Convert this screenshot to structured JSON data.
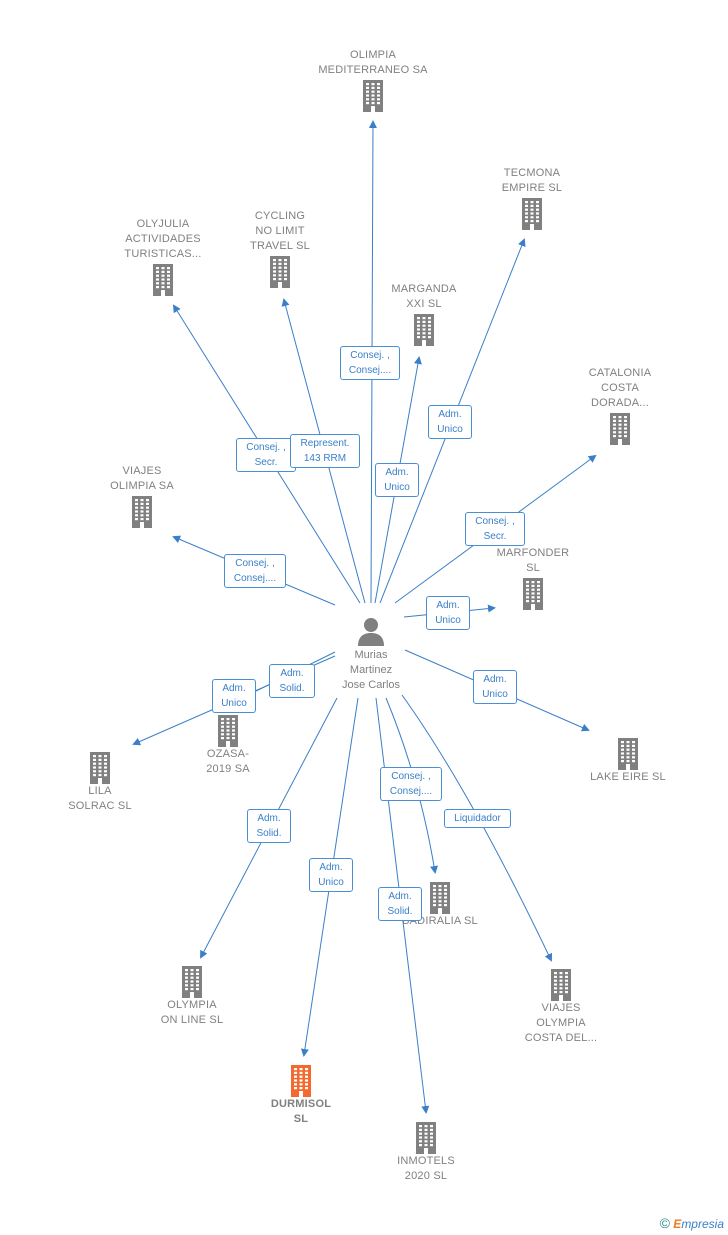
{
  "center": {
    "name": "Murias\nMartinez\nJose Carlos"
  },
  "companies": [
    {
      "id": "olimpia",
      "name": "OLIMPIA\nMEDITERRANEO SA",
      "highlight": false
    },
    {
      "id": "tecmona",
      "name": "TECMONA\nEMPIRE  SL",
      "highlight": false
    },
    {
      "id": "olyjulia",
      "name": "OLYJULIA\nACTIVIDADES\nTURISTICAS...",
      "highlight": false
    },
    {
      "id": "cycling",
      "name": "CYCLING\nNO LIMIT\nTRAVEL  SL",
      "highlight": false
    },
    {
      "id": "marganda",
      "name": "MARGANDA\nXXI  SL",
      "highlight": false
    },
    {
      "id": "catalonia",
      "name": "CATALONIA\nCOSTA\nDORADA...",
      "highlight": false
    },
    {
      "id": "viajes_olimpia",
      "name": "VIAJES\nOLIMPIA SA",
      "highlight": false
    },
    {
      "id": "marfonder",
      "name": "MARFONDER\nSL",
      "highlight": false
    },
    {
      "id": "ozasa",
      "name": "OZASA-\n2019 SA",
      "highlight": false
    },
    {
      "id": "lila",
      "name": "LILA\nSOLRAC  SL",
      "highlight": false
    },
    {
      "id": "lake_eire",
      "name": "LAKE EIRE  SL",
      "highlight": false
    },
    {
      "id": "badiralia",
      "name": "BADIRALIA  SL",
      "highlight": false
    },
    {
      "id": "olympia_online",
      "name": "OLYMPIA\nON LINE SL",
      "highlight": false
    },
    {
      "id": "viajes_olympia_costa",
      "name": "VIAJES\nOLYMPIA\nCOSTA DEL...",
      "highlight": false
    },
    {
      "id": "durmisol",
      "name": "DURMISOL\nSL",
      "highlight": true
    },
    {
      "id": "inmotels",
      "name": "INMOTELS\n2020 SL",
      "highlight": false
    }
  ],
  "edge_labels": [
    {
      "id": "e_olimpia",
      "text": "Consej. ,\nConsej...."
    },
    {
      "id": "e_tecmona",
      "text": "Adm.\nUnico"
    },
    {
      "id": "e_olyjulia",
      "text": "Consej. ,\nSecr."
    },
    {
      "id": "e_cycling",
      "text": "Represent.\n143 RRM"
    },
    {
      "id": "e_marganda",
      "text": "Adm.\nUnico"
    },
    {
      "id": "e_catalonia",
      "text": "Consej. ,\nSecr."
    },
    {
      "id": "e_viajes_olimpia",
      "text": "Consej. ,\nConsej...."
    },
    {
      "id": "e_marfonder",
      "text": "Adm.\nUnico"
    },
    {
      "id": "e_ozasa",
      "text": "Adm.\nSolid."
    },
    {
      "id": "e_lila",
      "text": "Adm.\nUnico"
    },
    {
      "id": "e_lake",
      "text": "Adm.\nUnico"
    },
    {
      "id": "e_badiralia",
      "text": "Consej. ,\nConsej...."
    },
    {
      "id": "e_liquidador",
      "text": "Liquidador"
    },
    {
      "id": "e_olympia_online",
      "text": "Adm.\nSolid."
    },
    {
      "id": "e_durmisol",
      "text": "Adm.\nUnico"
    },
    {
      "id": "e_inmotels",
      "text": "Adm.\nSolid."
    }
  ],
  "colors": {
    "edge": "#3a7fc8",
    "building": "#808080",
    "building_highlight": "#f26a2e"
  },
  "brand": {
    "copyright": "©",
    "name_initial": "E",
    "name_rest": "mpresia"
  }
}
